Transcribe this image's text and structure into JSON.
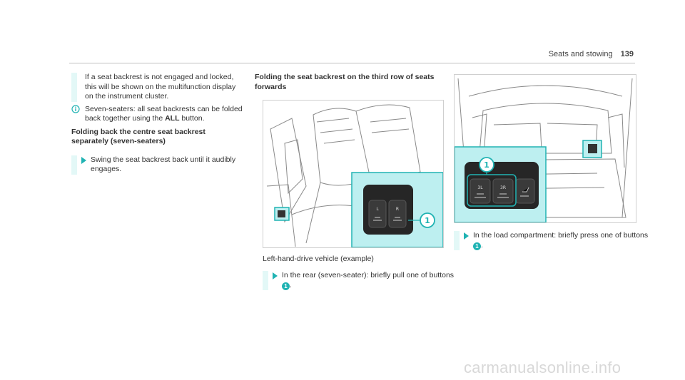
{
  "header": {
    "section": "Seats and stowing",
    "page_number": "139"
  },
  "column1": {
    "intro": "If a seat backrest is not engaged and locked, this will be shown on the multifunction display on the instrument cluster.",
    "note_icon": "info-icon",
    "note_before": "Seven-seaters: all seat backrests can be folded back together using the ",
    "note_bold": "ALL",
    "note_after": " button.",
    "heading": "Folding back the centre seat backrest separately (seven-seaters)",
    "step": "Swing the seat backrest back until it audibly engages."
  },
  "column2": {
    "heading": "Folding the seat backrest on the third row of seats forwards",
    "figure_callout": "1",
    "button_labels": [
      "L",
      "R"
    ],
    "caption": "Left-hand-drive vehicle (example)",
    "step_text": "In the rear (seven-seater): briefly pull one of buttons ",
    "step_callout": "1",
    "step_end": "."
  },
  "column3": {
    "figure_callout": "1",
    "button_labels": [
      "3L",
      "3R"
    ],
    "step_text": "In the load compartment: briefly press one of buttons ",
    "step_callout": "1",
    "step_end": "."
  },
  "watermark": "carmanualsonline.info",
  "colors": {
    "accent": "#20b3b3",
    "highlight_bg": "#bdeff0",
    "bar": "#e3f8f7"
  }
}
